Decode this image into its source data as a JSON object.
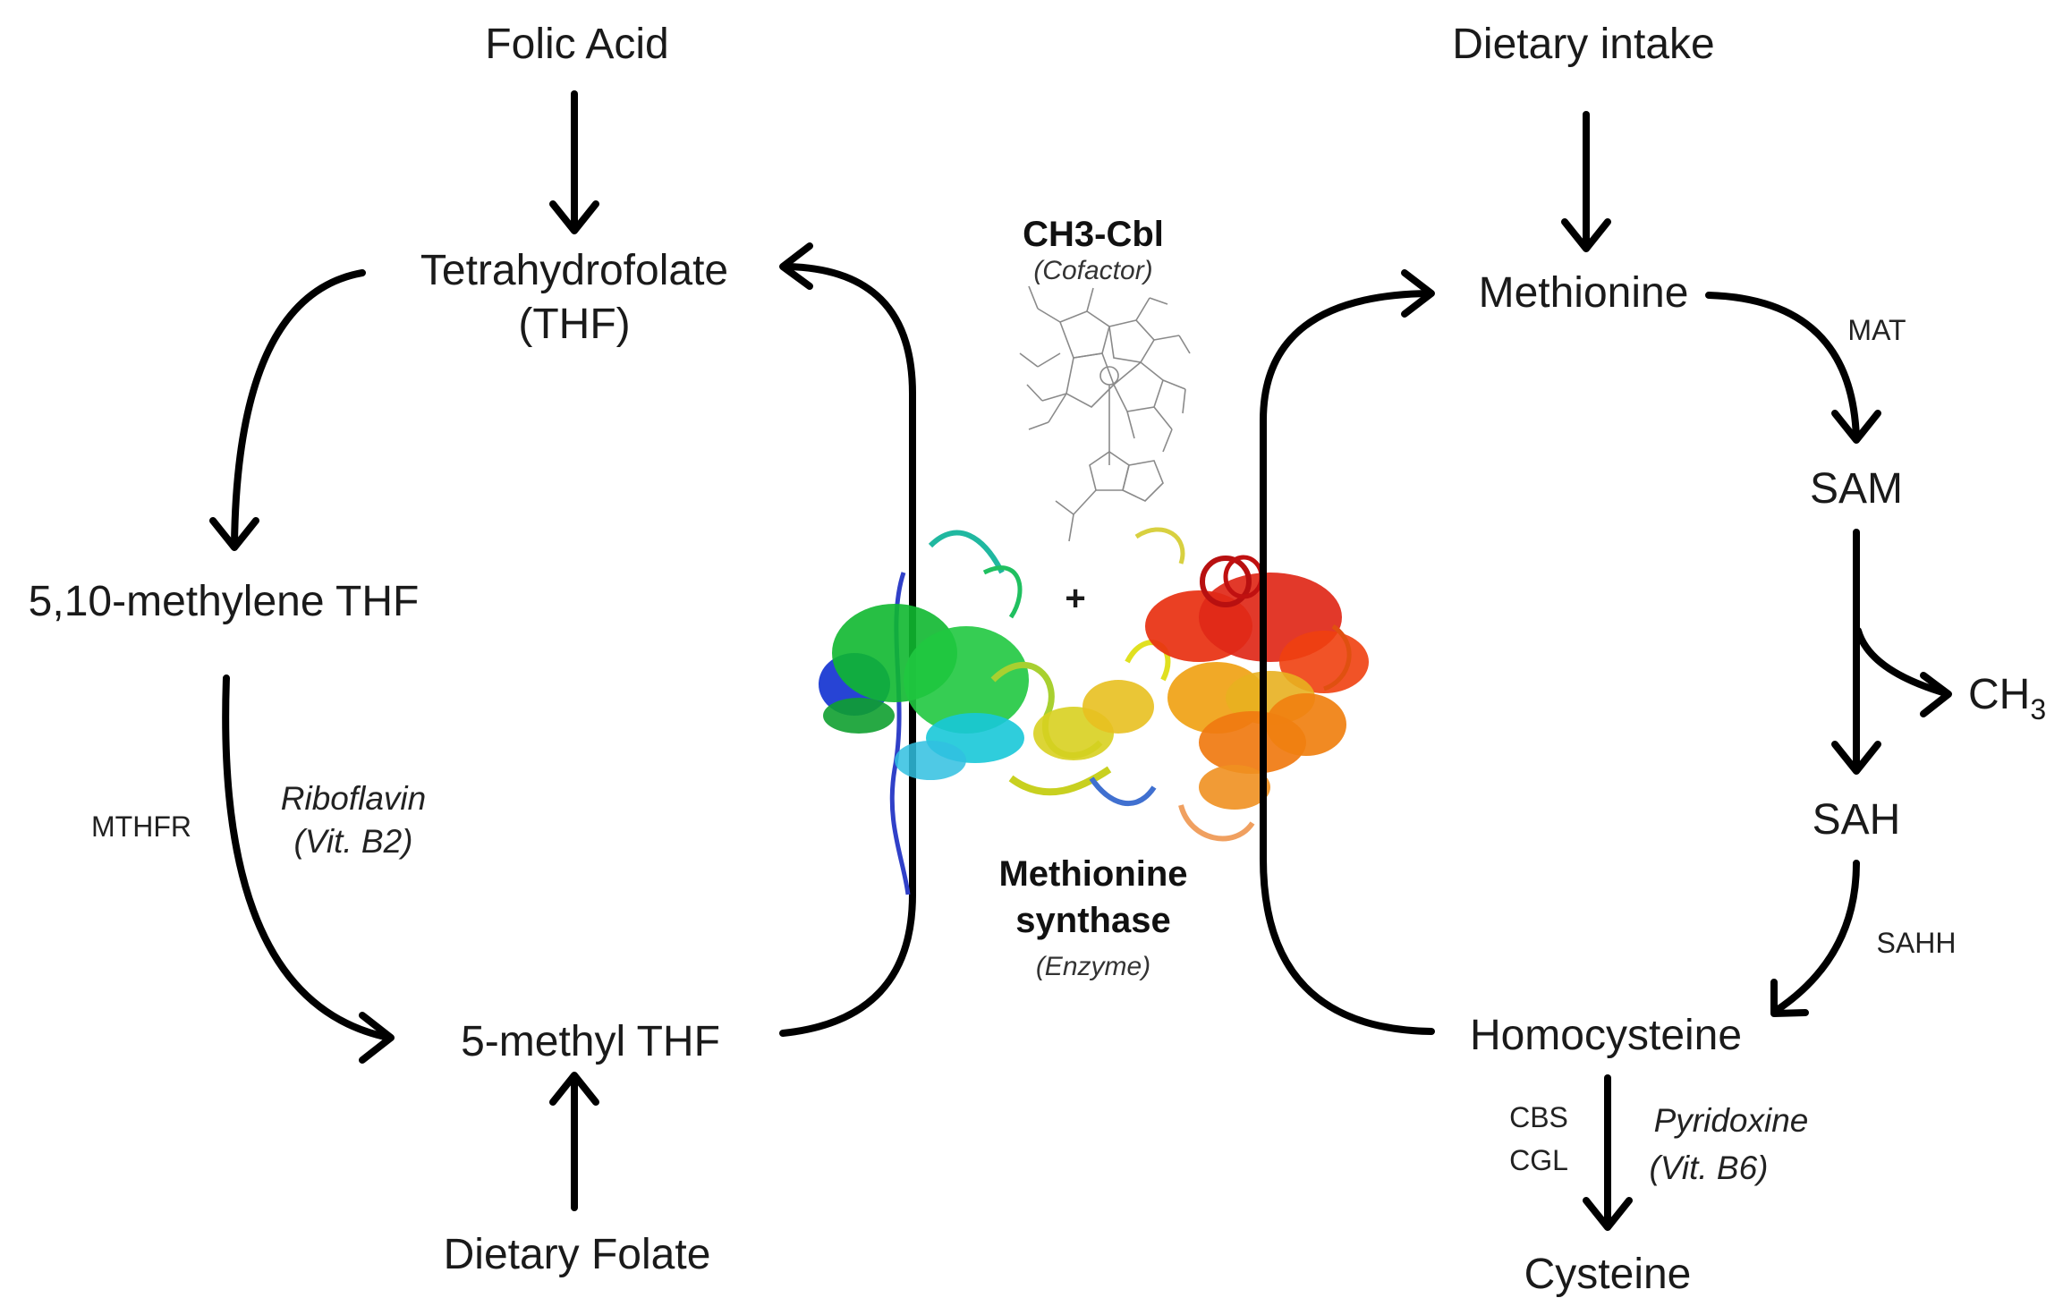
{
  "folate_cycle": {
    "folic_acid": "Folic Acid",
    "thf_line1": "Tetrahydrofolate",
    "thf_line2": "(THF)",
    "methylene_thf": "5,10-methylene THF",
    "methyl_thf": "5-methyl THF",
    "dietary_folate": "Dietary Folate",
    "mthfr": "MTHFR",
    "riboflavin_line1": "Riboflavin",
    "riboflavin_line2": "(Vit. B2)"
  },
  "center": {
    "cofactor_name": "CH3-Cbl",
    "cofactor_role": "(Cofactor)",
    "plus": "+",
    "enzyme_line1": "Methionine",
    "enzyme_line2": "synthase",
    "enzyme_role": "(Enzyme)"
  },
  "methionine_cycle": {
    "dietary_intake": "Dietary intake",
    "methionine": "Methionine",
    "mat": "MAT",
    "sam": "SAM",
    "ch3": "CH",
    "ch3_sub": "3",
    "sah": "SAH",
    "sahh": "SAHH",
    "homocysteine": "Homocysteine",
    "cbs": "CBS",
    "cgl": "CGL",
    "pyridoxine_line1": "Pyridoxine",
    "pyridoxine_line2": "(Vit. B6)",
    "cysteine": "Cysteine"
  },
  "colors": {
    "arrow": "#000000",
    "text": "#1a1a1a",
    "protein_blue": "#1f3fd0",
    "protein_green": "#1fc23a",
    "protein_cyan": "#20c8d8",
    "protein_yellow": "#d8d020",
    "protein_orange": "#f07a10",
    "protein_red": "#e02010"
  }
}
